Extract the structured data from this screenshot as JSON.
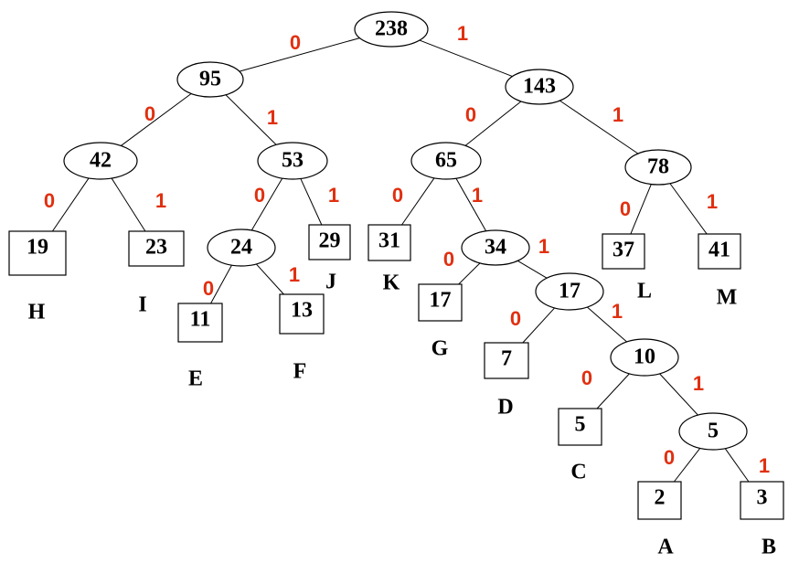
{
  "colors": {
    "bit": "#e03010",
    "stroke": "#000000"
  },
  "internal_nodes": [
    {
      "id": "n238",
      "value": "238"
    },
    {
      "id": "n95",
      "value": "95"
    },
    {
      "id": "n143",
      "value": "143"
    },
    {
      "id": "n42",
      "value": "42"
    },
    {
      "id": "n53",
      "value": "53"
    },
    {
      "id": "n65",
      "value": "65"
    },
    {
      "id": "n78",
      "value": "78"
    },
    {
      "id": "n24",
      "value": "24"
    },
    {
      "id": "n34",
      "value": "34"
    },
    {
      "id": "n17",
      "value": "17"
    },
    {
      "id": "n10",
      "value": "10"
    },
    {
      "id": "n5",
      "value": "5"
    }
  ],
  "leaf_nodes": [
    {
      "id": "lH",
      "value": "19",
      "symbol": "H"
    },
    {
      "id": "lI",
      "value": "23",
      "symbol": "I"
    },
    {
      "id": "lE",
      "value": "11",
      "symbol": "E"
    },
    {
      "id": "lF",
      "value": "13",
      "symbol": "F"
    },
    {
      "id": "lJ",
      "value": "29",
      "symbol": "J"
    },
    {
      "id": "lK",
      "value": "31",
      "symbol": "K"
    },
    {
      "id": "lG",
      "value": "17",
      "symbol": "G"
    },
    {
      "id": "lD",
      "value": "7",
      "symbol": "D"
    },
    {
      "id": "lC",
      "value": "5",
      "symbol": "C"
    },
    {
      "id": "lA",
      "value": "2",
      "symbol": "A"
    },
    {
      "id": "lB",
      "value": "3",
      "symbol": "B"
    },
    {
      "id": "lL",
      "value": "37",
      "symbol": "L"
    },
    {
      "id": "lM",
      "value": "41",
      "symbol": "M"
    }
  ],
  "edges": [
    {
      "from": "n238",
      "to": "n95",
      "bit": "0"
    },
    {
      "from": "n238",
      "to": "n143",
      "bit": "1"
    },
    {
      "from": "n95",
      "to": "n42",
      "bit": "0"
    },
    {
      "from": "n95",
      "to": "n53",
      "bit": "1"
    },
    {
      "from": "n143",
      "to": "n65",
      "bit": "0"
    },
    {
      "from": "n143",
      "to": "n78",
      "bit": "1"
    },
    {
      "from": "n42",
      "to": "lH",
      "bit": "0"
    },
    {
      "from": "n42",
      "to": "lI",
      "bit": "1"
    },
    {
      "from": "n53",
      "to": "n24",
      "bit": "0"
    },
    {
      "from": "n53",
      "to": "lJ",
      "bit": "1"
    },
    {
      "from": "n24",
      "to": "lE",
      "bit": "0"
    },
    {
      "from": "n24",
      "to": "lF",
      "bit": "1"
    },
    {
      "from": "n65",
      "to": "lK",
      "bit": "0"
    },
    {
      "from": "n65",
      "to": "n34",
      "bit": "1"
    },
    {
      "from": "n34",
      "to": "lG",
      "bit": "0"
    },
    {
      "from": "n34",
      "to": "n17",
      "bit": "1"
    },
    {
      "from": "n17",
      "to": "lD",
      "bit": "0"
    },
    {
      "from": "n17",
      "to": "n10",
      "bit": "1"
    },
    {
      "from": "n10",
      "to": "lC",
      "bit": "0"
    },
    {
      "from": "n10",
      "to": "n5",
      "bit": "1"
    },
    {
      "from": "n5",
      "to": "lA",
      "bit": "0"
    },
    {
      "from": "n5",
      "to": "lB",
      "bit": "1"
    },
    {
      "from": "n78",
      "to": "lL",
      "bit": "0"
    },
    {
      "from": "n78",
      "to": "lM",
      "bit": "1"
    }
  ]
}
